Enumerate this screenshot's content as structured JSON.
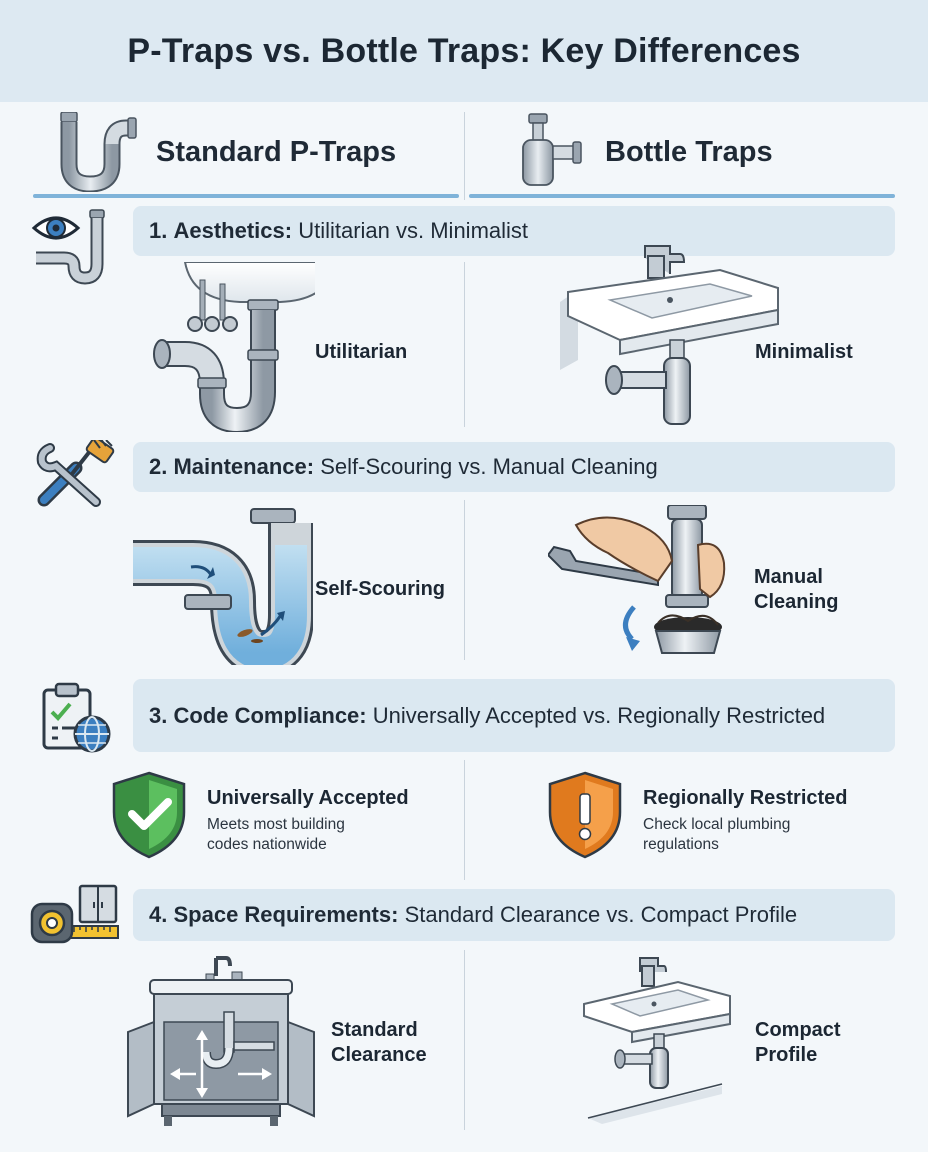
{
  "title": "P-Traps vs. Bottle Traps: Key Differences",
  "columns": {
    "left": "Standard P-Traps",
    "right": "Bottle Traps"
  },
  "sections": [
    {
      "number": "1.",
      "label": "Aesthetics:",
      "text": "Utilitarian vs. Minimalist",
      "icon": "eye-pipe-icon",
      "left_caption": "Utilitarian",
      "right_caption": "Minimalist"
    },
    {
      "number": "2.",
      "label": "Maintenance:",
      "text": "Self-Scouring vs. Manual Cleaning",
      "icon": "wrench-brush-icon",
      "left_caption": "Self-Scouring",
      "right_caption_line1": "Manual",
      "right_caption_line2": "Cleaning"
    },
    {
      "number": "3.",
      "label": "Code Compliance:",
      "text": "Universally Accepted vs. Regionally Restricted",
      "icon": "clipboard-globe-icon",
      "left_title": "Universally Accepted",
      "left_sub_line1": "Meets most building",
      "left_sub_line2": "codes nationwide",
      "right_title": "Regionally Restricted",
      "right_sub_line1": "Check local plumbing",
      "right_sub_line2": "regulations"
    },
    {
      "number": "4.",
      "label": "Space Requirements:",
      "text": "Standard Clearance vs. Compact Profile",
      "icon": "tape-measure-cabinet-icon",
      "left_caption_line1": "Standard",
      "left_caption_line2": "Clearance",
      "right_caption_line1": "Compact",
      "right_caption_line2": "Profile"
    }
  ],
  "colors": {
    "title_band": "#dde9f2",
    "section_band": "#dbe8f1",
    "accent_rule": "#7fb3d9",
    "shield_green": "#4caf50",
    "shield_orange": "#f28c28",
    "chrome": "#b9c2cb"
  }
}
